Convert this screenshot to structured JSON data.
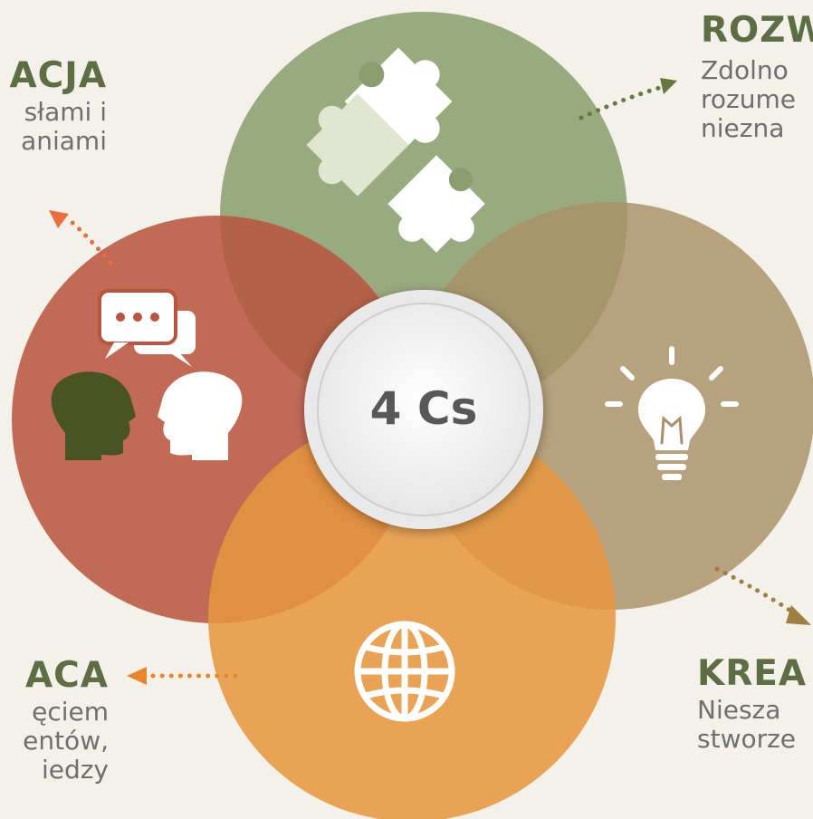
{
  "center_label": "4 Cs",
  "colors": {
    "background": "#f3f1ea",
    "top_circle": "#8b9e6f",
    "left_circle": "#b8553e",
    "right_circle": "#a99068",
    "bottom_circle": "#e6963f",
    "olive_text": "#5e6e44",
    "orange_text": "#e58f33"
  },
  "labels": {
    "top_right": {
      "title": "ROZW",
      "lines": [
        "Zdolno",
        "rozume",
        "niezna"
      ]
    },
    "top_left": {
      "title": "ACJA",
      "lines": [
        "słami i",
        "aniami"
      ]
    },
    "bottom_left": {
      "title": "ACA",
      "lines": [
        "ęciem",
        "entów,",
        "iedzy"
      ]
    },
    "bottom_right": {
      "title": "KREA",
      "lines": [
        "Niesza",
        "stworze"
      ]
    }
  },
  "icons": {
    "top": "puzzle-pieces-icon",
    "left": "conversation-heads-icon",
    "right": "lightbulb-icon",
    "bottom": "globe-icon"
  }
}
